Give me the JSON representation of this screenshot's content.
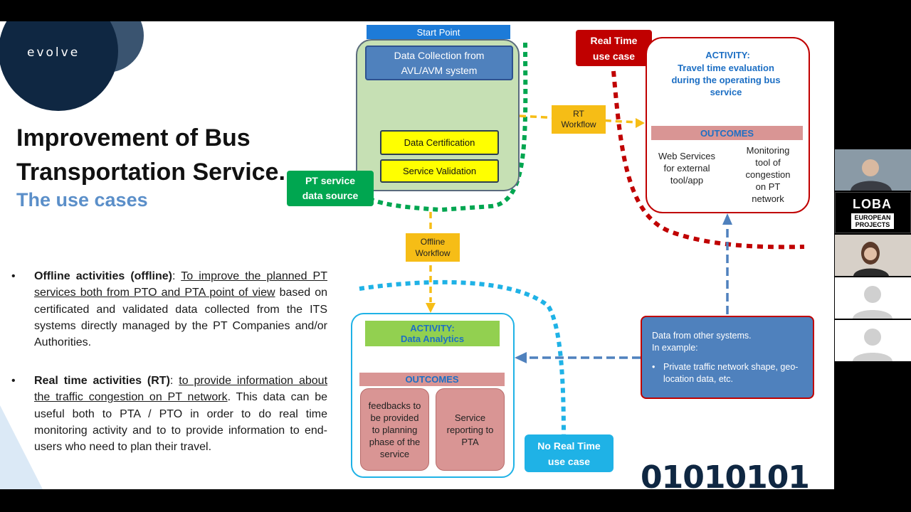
{
  "logo": {
    "text": "evolve"
  },
  "slide": {
    "title_line1": "Improvement of Bus",
    "title_line2": "Transportation Service.",
    "subtitle": "The use cases",
    "bullets": [
      {
        "bold": "Offline activities (offline)",
        "colon": ": ",
        "underlined": "To improve the planned PT services both from PTO and PTA point of view",
        "rest": " based on certificated and validated data collected from the ITS systems directly managed by the PT Companies and/or Authorities."
      },
      {
        "bold": "Real time activities (RT)",
        "colon": ": ",
        "underlined": "to provide information about the  traffic congestion on PT network",
        "rest": ". This data can be useful both to PTA / PTO in order to do real time monitoring activity and to to provide information to end-users who need to plan their travel."
      }
    ],
    "footer_binary": "01010101"
  },
  "diagram": {
    "start_point": "Start Point",
    "data_collection": "Data Collection from AVL/AVM system",
    "data_certification": "Data Certification",
    "service_validation": "Service Validation",
    "pt_service_source": "PT service data source",
    "rt_workflow": "RT Workflow",
    "offline_workflow": "Offline Workflow",
    "real_time_use_case": "Real Time use case",
    "no_real_time_use_case": "No Real Time use case",
    "rt_activity_label": "ACTIVITY:",
    "rt_activity_text": "Travel time evaluation during the operating bus service",
    "rt_outcomes": "OUTCOMES",
    "rt_outcome1": "Web Services for external tool/app",
    "rt_outcome2": "Monitoring tool of congestion on PT network",
    "off_activity_label": "ACTIVITY:",
    "off_activity_text": "Data Analytics",
    "off_outcomes": "OUTCOMES",
    "off_outcome1": "feedbacks to be provided to planning phase of the service",
    "off_outcome2": "Service reporting to PTA",
    "other_systems_line1": "Data from other systems.",
    "other_systems_line2": "In example:",
    "other_systems_bullet": "Private traffic network shape, geo-location data, etc."
  },
  "participants": {
    "brand_line1": "LOBA",
    "brand_line2": "EUROPEAN PROJECTS"
  },
  "colors": {
    "green_box": "#c6e0b4",
    "blue_box": "#4f81bd",
    "yellow": "#ffff00",
    "green_label": "#00a650",
    "orange": "#f6bd16",
    "dark_red": "#c00000",
    "cyan": "#1fb2e6",
    "salmon": "#d99594",
    "navy": "#0f2742"
  }
}
